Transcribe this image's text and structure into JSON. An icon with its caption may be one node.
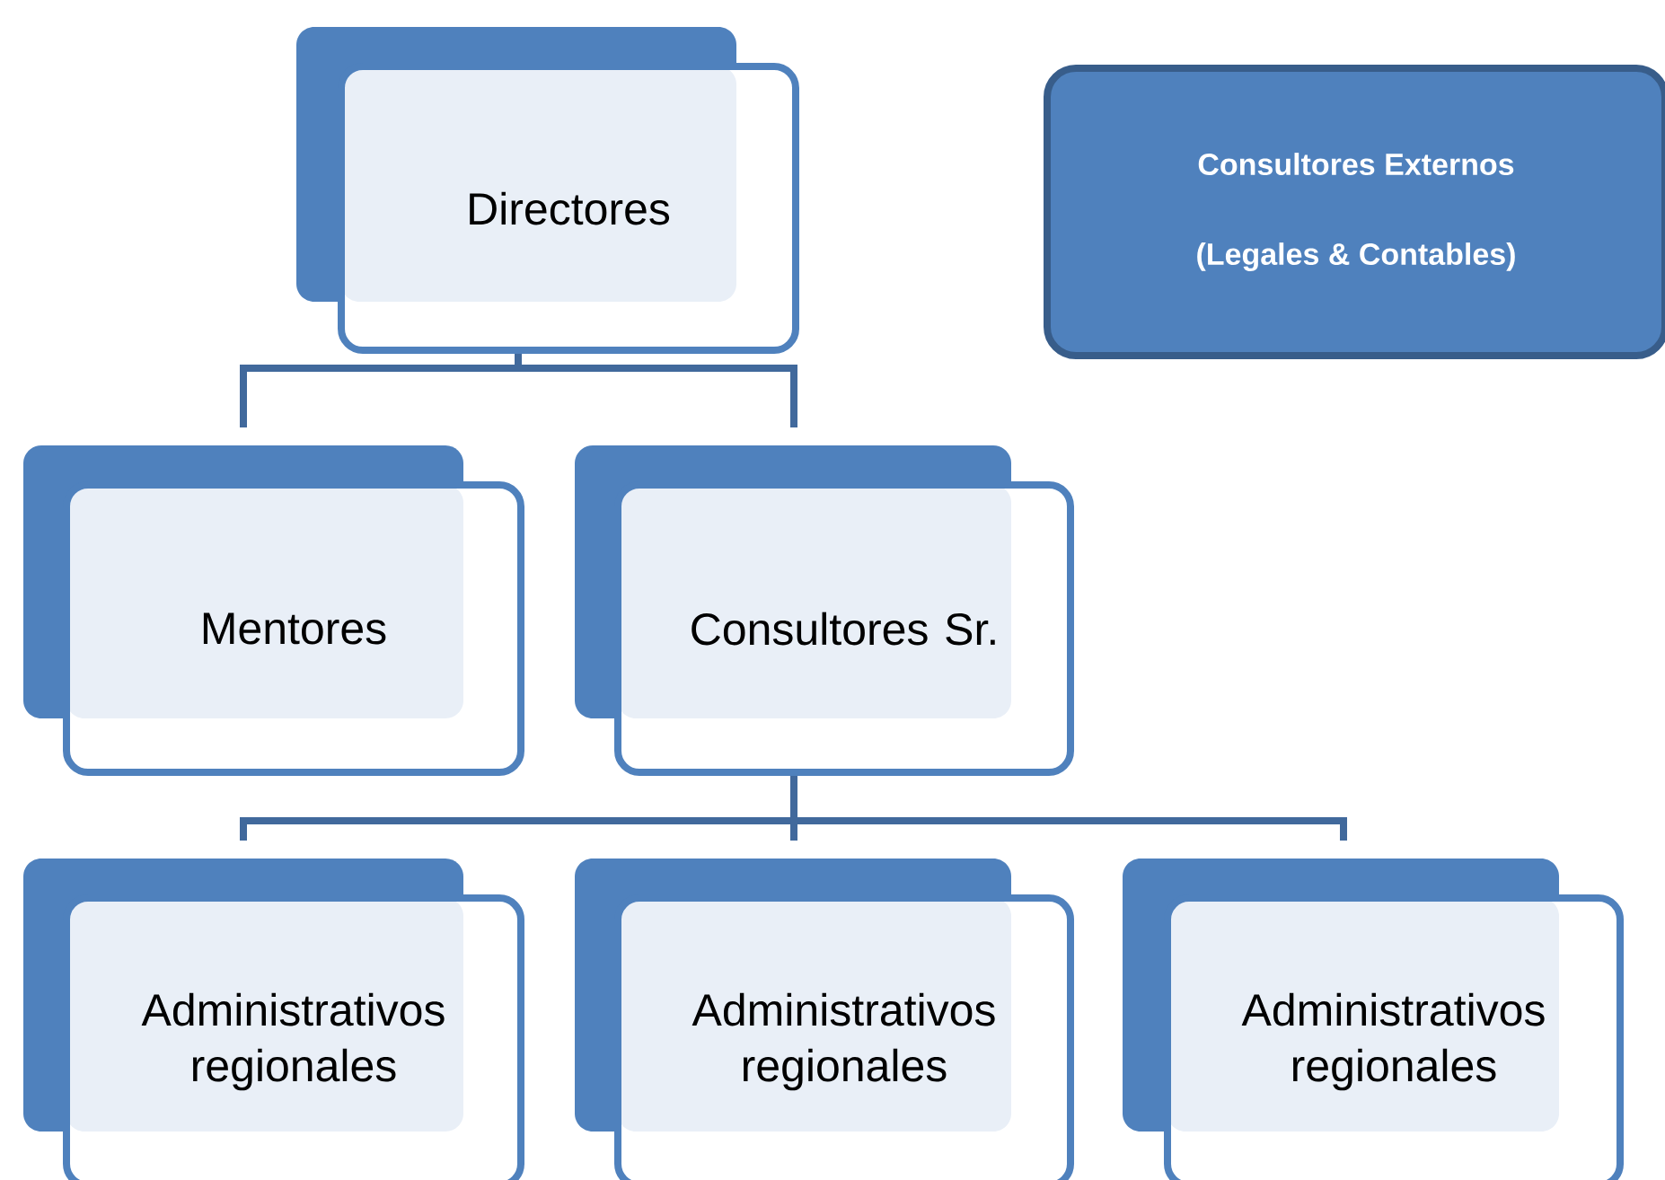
{
  "diagram": {
    "nodes": [
      {
        "text": [
          "Directores"
        ]
      },
      {
        "text": [
          "Mentores"
        ]
      },
      {
        "text": [
          "Consultores Sr."
        ]
      },
      {
        "text": [
          "Administrativos regionales"
        ]
      },
      {
        "text": [
          "Administrativos regionales"
        ]
      },
      {
        "text": [
          "Administrativos regionales"
        ]
      },
      {
        "text": [
          "Consultores Externos",
          "(Legales & Contables)"
        ]
      }
    ],
    "edges": [
      {
        "from": 0,
        "to": 1,
        "arrow": "none"
      },
      {
        "from": 0,
        "to": 2,
        "arrow": "none"
      },
      {
        "from": 2,
        "to": 3,
        "arrow": "none"
      },
      {
        "from": 2,
        "to": 4,
        "arrow": "none"
      },
      {
        "from": 2,
        "to": 5,
        "arrow": "none"
      }
    ]
  }
}
